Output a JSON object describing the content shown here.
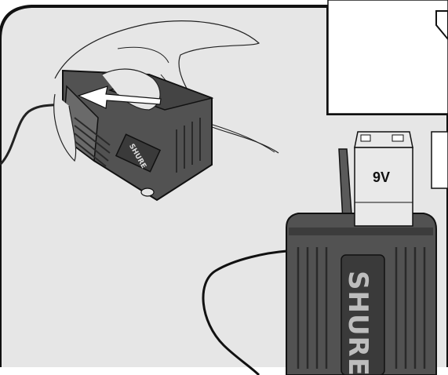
{
  "illustration": {
    "battery_label": "9V",
    "brand_text_small": "SHURE",
    "brand_text_large": "SHURE"
  },
  "colors": {
    "panel_background": "#e6e6e6",
    "outline": "#111111",
    "device_body": "#525252",
    "device_dark": "#333333",
    "battery_body": "#e9e9e9",
    "arrow_fill": "#ffffff"
  }
}
